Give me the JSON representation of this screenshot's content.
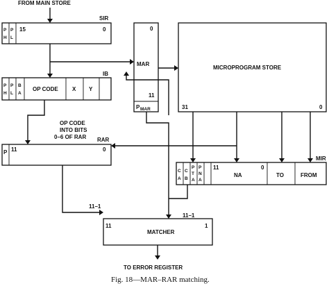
{
  "title_input": "FROM MAIN STORE",
  "sir": {
    "name": "SIR",
    "f1a": "P",
    "f1b": "H",
    "f2a": "P",
    "f2b": "L",
    "hi": "15",
    "lo": "0"
  },
  "ib": {
    "name": "IB",
    "f1a": "P",
    "f1b": "H",
    "f2a": "P",
    "f2b": "L",
    "f3a": "B",
    "f3b": "A",
    "opcode": "OP CODE",
    "x": "X",
    "y": "Y"
  },
  "mar": {
    "name": "MAR",
    "lo": "0",
    "hi": "11",
    "parity_main": "P",
    "parity_sub": "MAR"
  },
  "store": {
    "name": "MICROPROGRAM STORE",
    "hi": "31",
    "lo": "0"
  },
  "note": {
    "line1": "OP CODE",
    "line2": "INTO BITS",
    "line3": "0–6 OF RAR"
  },
  "rar": {
    "name": "RAR",
    "p": "P",
    "hi": "11",
    "lo": "0"
  },
  "mir": {
    "name": "MIR",
    "ca1": "C",
    "ca2": "A",
    "cb1": "C",
    "cb2": "B",
    "pta1": "P",
    "pta2": "T",
    "pta3": "A",
    "pna1": "P",
    "pna2": "N",
    "pna3": "A",
    "hi": "11",
    "lo": "0",
    "na": "NA",
    "to": "TO",
    "from": "FROM"
  },
  "bus_left": "11–1",
  "bus_right": "11–1",
  "matcher": {
    "name": "MATCHER",
    "hi": "11",
    "lo": "1"
  },
  "output": "TO ERROR REGISTER",
  "caption": "Fig. 18—MAR–RAR matching."
}
